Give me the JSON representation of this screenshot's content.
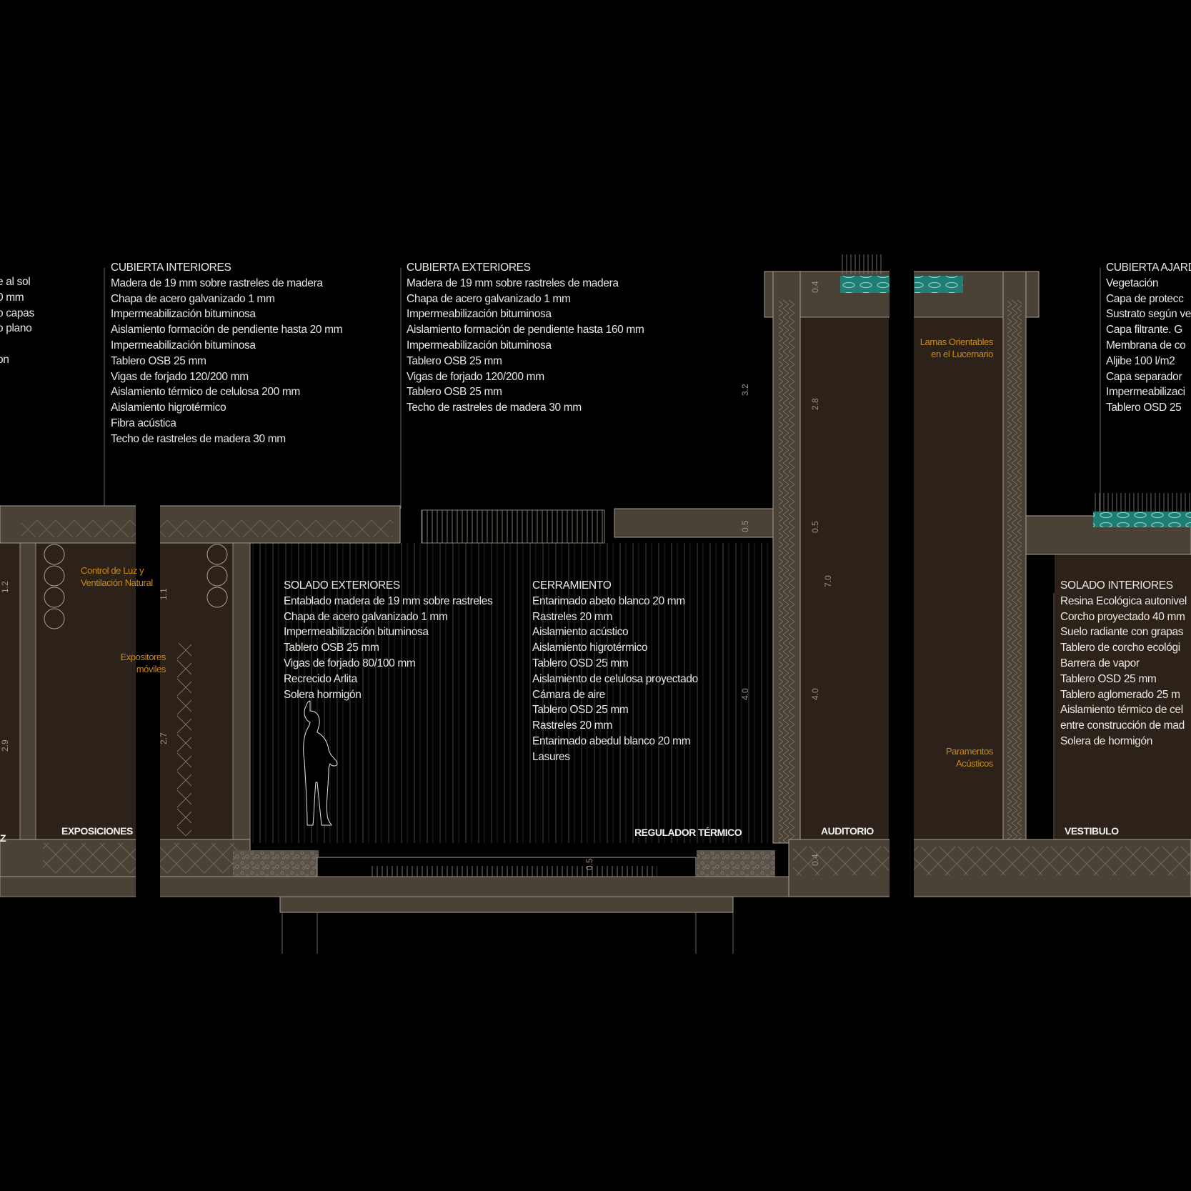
{
  "blocks": {
    "left_fragment": [
      "e al sol",
      "0 mm",
      "o capas",
      "o plano",
      "",
      "on"
    ],
    "cubierta_interiores": {
      "title": "CUBIERTA INTERIORES",
      "lines": [
        "Madera de 19 mm sobre rastreles de madera",
        "Chapa de acero galvanizado 1 mm",
        "Impermeabilización bituminosa",
        "Aislamiento formación de pendiente hasta 20 mm",
        "Impermeabilización bituminosa",
        "Tablero OSB  25 mm",
        "Vigas de forjado 120/200  mm",
        "Aislamiento térmico de celulosa 200 mm",
        "Aislamiento higrotérmico",
        "Fibra acústica",
        "Techo de rastreles de madera 30 mm"
      ]
    },
    "cubierta_exteriores": {
      "title": "CUBIERTA EXTERIORES",
      "lines": [
        "Madera de 19 mm sobre rastreles de madera",
        "Chapa de acero galvanizado 1 mm",
        "Impermeabilización bituminosa",
        "Aislamiento formación de pendiente hasta 160 mm",
        "Impermeabilización bituminosa",
        "Tablero OSB  25 mm",
        "Vigas de forjado 120/200  mm",
        "Tablero OSB  25 mm",
        "Techo de rastreles de madera 30 mm"
      ]
    },
    "cubierta_ajardinada": {
      "title": "CUBIERTA AJARD",
      "lines": [
        "Vegetación",
        "Capa de protecc",
        "Sustrato según ve",
        "Capa filtrante. G",
        "Membrana de co",
        "Aljibe 100 l/m2",
        "Capa separador",
        "Impermeabilizaci",
        "Tablero OSD 25"
      ]
    },
    "solado_exteriores": {
      "title": "SOLADO EXTERIORES",
      "lines": [
        "Entablado madera de 19 mm sobre rastreles",
        "Chapa de acero galvanizado 1 mm",
        "Impermeabilización bituminosa",
        "Tablero OSB  25 mm",
        "Vigas de forjado 80/100  mm",
        "Recrecido Arlita",
        "Solera hormigón"
      ]
    },
    "cerramiento": {
      "title": "CERRAMIENTO",
      "lines": [
        "Entarimado abeto blanco 20 mm",
        "Rastreles 20 mm",
        "Aislamiento acústico",
        "Aislamiento higrotérmico",
        "Tablero OSD 25 mm",
        "Aislamiento de celulosa proyectado",
        "Cámara de aire",
        "Tablero OSD 25 mm",
        "Rastreles 20 mm",
        "Entarimado abedul blanco 20 mm",
        "Lasures"
      ]
    },
    "solado_interiores": {
      "title": "SOLADO INTERIORES",
      "lines": [
        "Resina Ecológica autonivel",
        "Corcho proyectado 40 mm",
        "Suelo radiante con grapas",
        "Tablero de corcho ecológi",
        "Barrera de vapor",
        "Tablero OSD 25 mm",
        "Tablero aglomerado 25 m",
        "Aislamiento térmico de cel",
        "entre  construcción de mad",
        "Solera de hormigón"
      ]
    }
  },
  "rooms": {
    "z": "Z",
    "exposiciones": "EXPOSICIONES",
    "regulador": "REGULADOR TÉRMICO",
    "auditorio": "AUDITORIO",
    "vestibulo": "VESTIBULO"
  },
  "notes": {
    "control_luz": [
      "Control de Luz y",
      "Ventilación Natural"
    ],
    "expositores": [
      "Expositores",
      "móviles"
    ],
    "lamas": [
      "Lamas Orientables",
      "en el Lucernario"
    ],
    "paramentos": [
      "Paramentos",
      "Acústicos"
    ]
  },
  "dims": [
    "1.2",
    "2.9",
    "1.1",
    "2.7",
    "3.2",
    "0.5",
    "4.0",
    "0.5",
    "2.8",
    "0.5",
    "7.0",
    "4.0",
    "0.4",
    "0.4"
  ],
  "colors": {
    "background": "#000000",
    "interior": "#2c2219",
    "wall_fill": "#4a4137",
    "line": "#a8a095",
    "text": "#e8e6e1",
    "accent_orange": "#c88a1a",
    "green_roof": "#2a9a8a"
  }
}
